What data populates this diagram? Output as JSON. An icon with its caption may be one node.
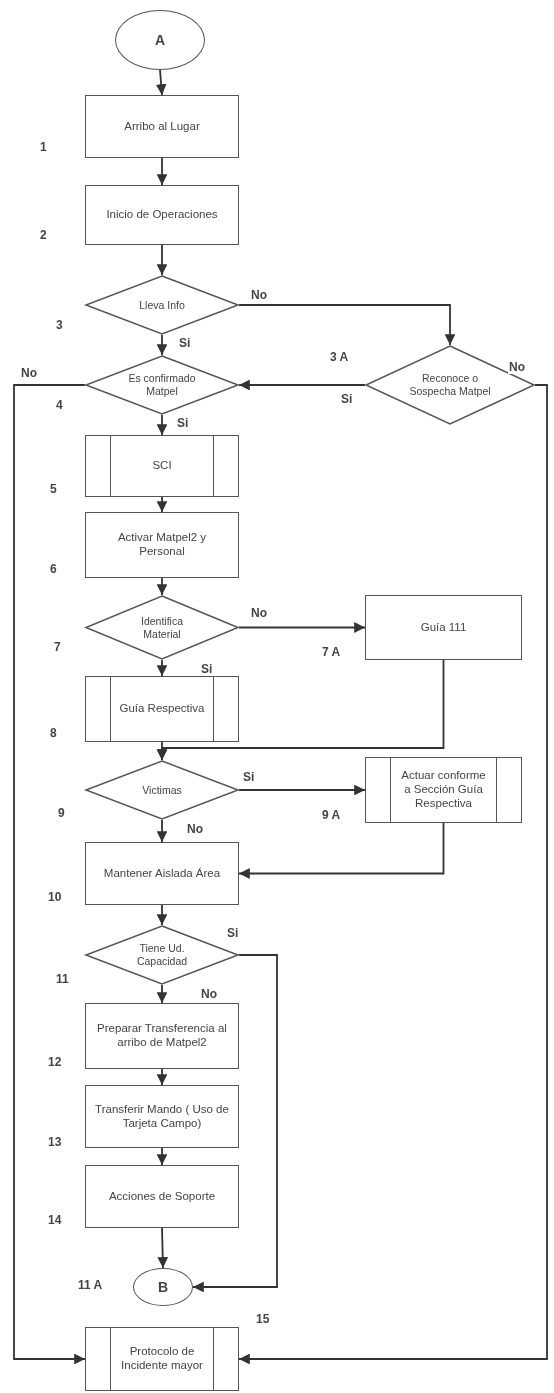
{
  "diagram": {
    "nodes": [
      {
        "text": [
          "A"
        ]
      },
      {
        "text": [
          "Arribo al Lugar"
        ],
        "beside": [
          "1"
        ]
      },
      {
        "text": [
          "Inicio de Operaciones"
        ],
        "beside": [
          "2"
        ]
      },
      {
        "text": [
          "Lleva Info"
        ],
        "beside": [
          "3"
        ]
      },
      {
        "text": [
          "Reconoce o Sospecha Matpel"
        ],
        "beside": [
          "3 A"
        ]
      },
      {
        "text": [
          "Es confirmado Matpel"
        ],
        "beside": [
          "4"
        ]
      },
      {
        "text": [
          "SCI"
        ],
        "beside": [
          "5"
        ]
      },
      {
        "text": [
          "Activar Matpel2 y Personal"
        ],
        "beside": [
          "6"
        ]
      },
      {
        "text": [
          "Identifica Material"
        ],
        "beside": [
          "7"
        ]
      },
      {
        "text": [
          "Guía 111"
        ],
        "beside": [
          "7 A"
        ]
      },
      {
        "text": [
          "Guía Respectiva"
        ],
        "beside": [
          "8"
        ]
      },
      {
        "text": [
          "Victimas"
        ],
        "beside": [
          "9"
        ]
      },
      {
        "text": [
          "Actuar conforme a Sección Guía Respectiva"
        ],
        "beside": [
          "9 A"
        ]
      },
      {
        "text": [
          "Mantener Aislada Área"
        ],
        "beside": [
          "10"
        ]
      },
      {
        "text": [
          "Tiene Ud. Capacidad"
        ],
        "beside": [
          "11"
        ]
      },
      {
        "text": [
          "Preparar Transferencia al arribo de Matpel2"
        ],
        "beside": [
          "12"
        ]
      },
      {
        "text": [
          "Transferir Mando ( Uso de Tarjeta Campo)"
        ],
        "beside": [
          "13"
        ]
      },
      {
        "text": [
          "Acciones de Soporte"
        ],
        "beside": [
          "14"
        ]
      },
      {
        "text": [
          "B"
        ],
        "beside": [
          "11 A"
        ]
      },
      {
        "text": [
          "Protocolo de Incidente mayor"
        ],
        "beside": [
          "15"
        ]
      }
    ],
    "edges": [
      {
        "from": 0,
        "to": 1,
        "arrow": "to"
      },
      {
        "from": 1,
        "to": 2,
        "arrow": "to"
      },
      {
        "from": 2,
        "to": 3,
        "arrow": "to"
      },
      {
        "from": 3,
        "to": 4,
        "arrow": "to",
        "label": "No"
      },
      {
        "from": 3,
        "to": 5,
        "arrow": "to",
        "label": "Si"
      },
      {
        "from": 4,
        "to": 5,
        "arrow": "to",
        "label": "Si"
      },
      {
        "from": 4,
        "to": 19,
        "arrow": "to",
        "label": "No"
      },
      {
        "from": 5,
        "to": 19,
        "arrow": "to",
        "label": "No"
      },
      {
        "from": 5,
        "to": 6,
        "arrow": "to",
        "label": "Si"
      },
      {
        "from": 6,
        "to": 7,
        "arrow": "to"
      },
      {
        "from": 7,
        "to": 8,
        "arrow": "to"
      },
      {
        "from": 8,
        "to": 9,
        "arrow": "to",
        "label": "No"
      },
      {
        "from": 8,
        "to": 10,
        "arrow": "to",
        "label": "Si"
      },
      {
        "from": 9,
        "to": 11,
        "arrow": "to"
      },
      {
        "from": 10,
        "to": 11,
        "arrow": "to"
      },
      {
        "from": 11,
        "to": 12,
        "arrow": "to",
        "label": "Si"
      },
      {
        "from": 11,
        "to": 13,
        "arrow": "to",
        "label": "No"
      },
      {
        "from": 12,
        "to": 13,
        "arrow": "to"
      },
      {
        "from": 13,
        "to": 14,
        "arrow": "to"
      },
      {
        "from": 14,
        "to": 15,
        "arrow": "to",
        "label": "No"
      },
      {
        "from": 14,
        "to": 18,
        "arrow": "to",
        "label": "Si"
      },
      {
        "from": 15,
        "to": 16,
        "arrow": "to"
      },
      {
        "from": 16,
        "to": 17,
        "arrow": "to"
      },
      {
        "from": 17,
        "to": 18,
        "arrow": "to"
      }
    ]
  }
}
